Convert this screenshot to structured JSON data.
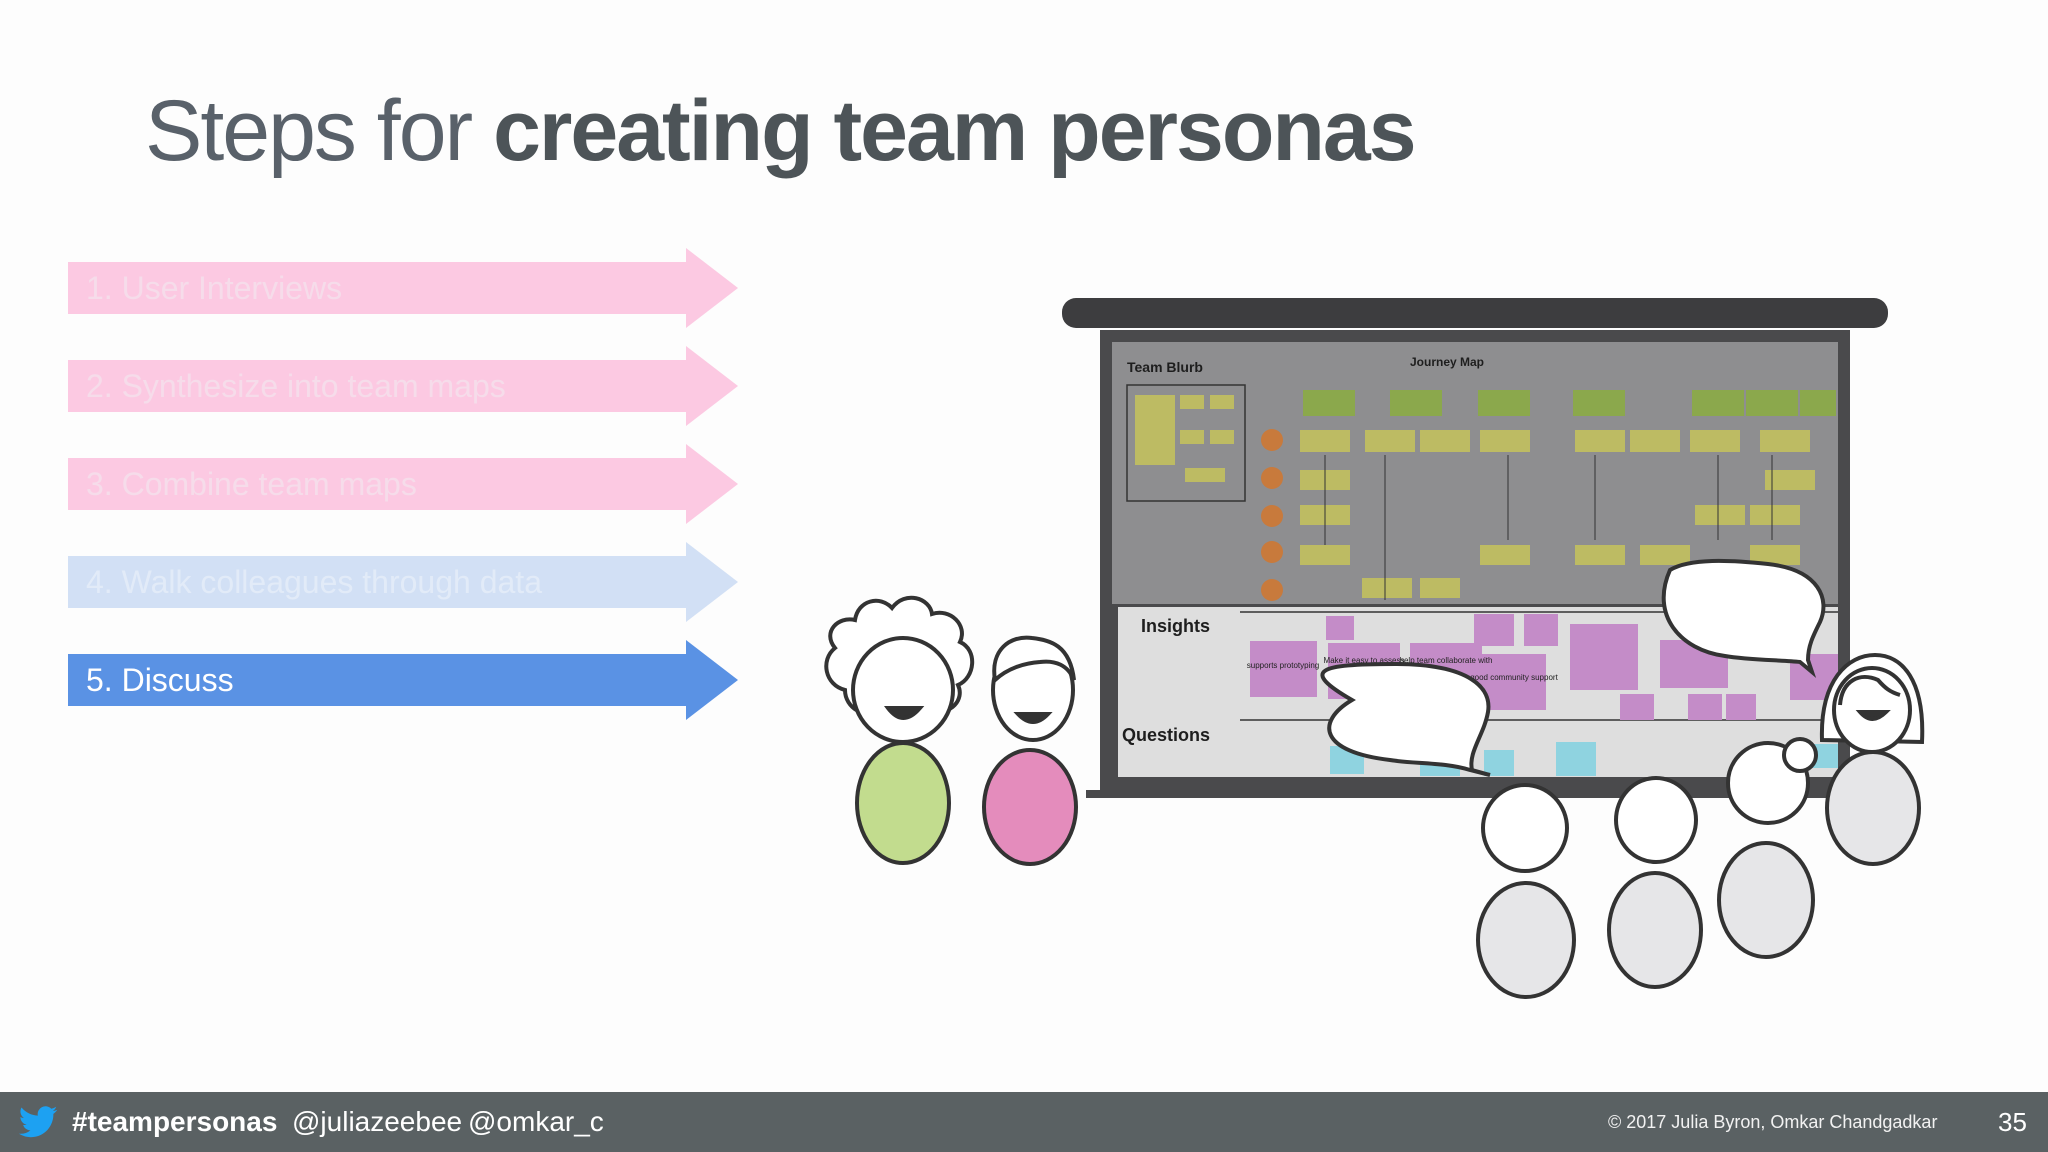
{
  "title": {
    "light": "Steps for ",
    "bold": "creating team personas"
  },
  "steps": [
    {
      "label": "1.  User Interviews",
      "color": "#fcc9e2",
      "text_color": "#f6dcea"
    },
    {
      "label": "2.  Synthesize into team maps",
      "color": "#fcc9e2",
      "text_color": "#f6dcea"
    },
    {
      "label": "3. Combine team maps",
      "color": "#fcc9e2",
      "text_color": "#f6dcea"
    },
    {
      "label": "4.  Walk colleagues through data",
      "color": "#d2e0f5",
      "text_color": "#e2ebf8"
    },
    {
      "label": "5. Discuss",
      "color": "#5a92e4",
      "text_color": "#ffffff"
    }
  ],
  "screen": {
    "team_blurb": "Team Blurb",
    "journey_map": "Journey Map",
    "insights": "Insights",
    "questions": "Questions",
    "sticky_notes": [
      "supports prototyping",
      "Make it easy to assess",
      "help team collaborate with",
      "good community support"
    ]
  },
  "footer": {
    "hashtag": "#teampersonas",
    "handle1": "@juliazeebee",
    "handle2": "@omkar_c",
    "copyright": "© 2017 Julia Byron, Omkar Chandgadkar",
    "page_number": "35"
  },
  "colors": {
    "bar": "#5a6163",
    "active": "#5a92e4",
    "twitter": "#1da1f2"
  },
  "icons": [
    "twitter-icon"
  ]
}
